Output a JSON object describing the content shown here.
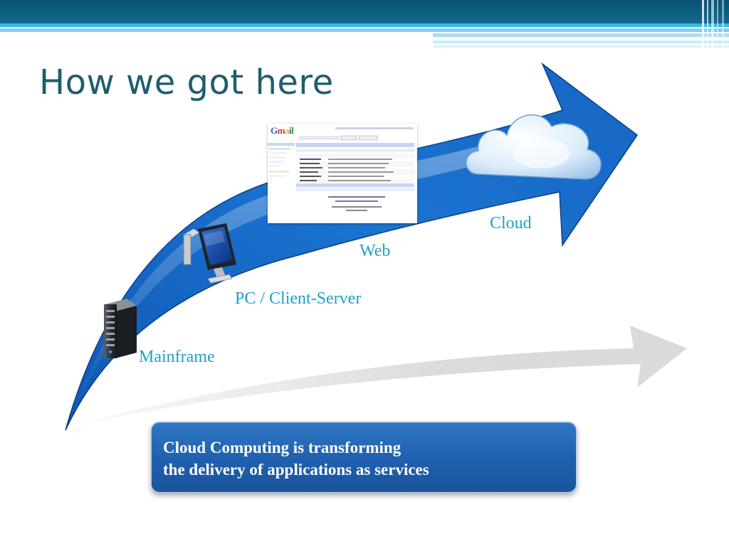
{
  "slide": {
    "title": "How we got here",
    "stages": {
      "mainframe": "Mainframe",
      "pc": "PC / Client-Server",
      "web": "Web",
      "cloud": "Cloud"
    },
    "callout": {
      "line1": "Cloud Computing is transforming",
      "line2": "the delivery of applications as services"
    },
    "icons": [
      "server-icon",
      "desktop-pc-icon",
      "web-mail-screenshot",
      "cloud-icon",
      "growth-arrow"
    ]
  },
  "colors": {
    "title": "#1f5d6e",
    "stage_label": "#1ea0c8",
    "header_dark": "#0e5f80",
    "header_light": "#2aa9d9",
    "arrow_blue": "#1a6ec8",
    "callout_bg": "#1f5fad",
    "callout_text": "#ffffff"
  }
}
